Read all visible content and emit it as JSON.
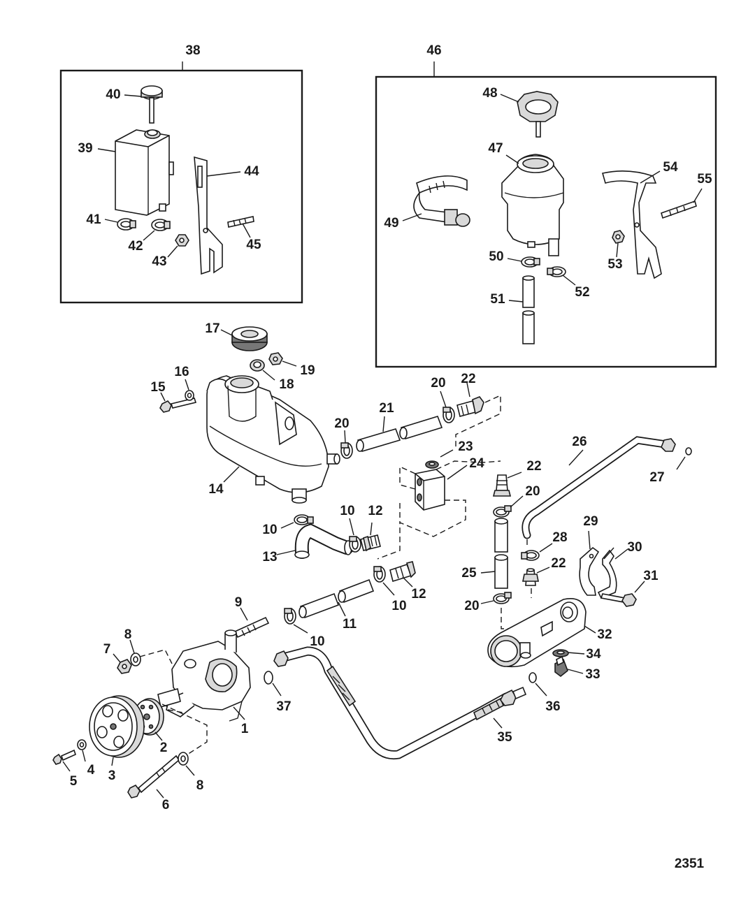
{
  "figure_number": "2351",
  "inset_left_label": "38",
  "inset_right_label": "46",
  "callouts": {
    "c1": "1",
    "c2": "2",
    "c3": "3",
    "c4": "4",
    "c5": "5",
    "c6": "6",
    "c7": "7",
    "c8a": "8",
    "c8b": "8",
    "c9": "9",
    "c10a": "10",
    "c10b": "10",
    "c10c": "10",
    "c10d": "10",
    "c11": "11",
    "c12a": "12",
    "c12b": "12",
    "c13": "13",
    "c14": "14",
    "c15": "15",
    "c16": "16",
    "c17": "17",
    "c18": "18",
    "c19": "19",
    "c20a": "20",
    "c20b": "20",
    "c20c": "20",
    "c20d": "20",
    "c21": "21",
    "c22a": "22",
    "c22b": "22",
    "c22c": "22",
    "c23": "23",
    "c24": "24",
    "c25": "25",
    "c26": "26",
    "c27": "27",
    "c28": "28",
    "c29": "29",
    "c30": "30",
    "c31": "31",
    "c32": "32",
    "c33": "33",
    "c34": "34",
    "c35": "35",
    "c36": "36",
    "c37": "37",
    "c39": "39",
    "c40": "40",
    "c41": "41",
    "c42": "42",
    "c43": "43",
    "c44": "44",
    "c45": "45",
    "c47": "47",
    "c48": "48",
    "c49": "49",
    "c50": "50",
    "c51": "51",
    "c52": "52",
    "c53": "53",
    "c54": "54",
    "c55": "55"
  }
}
